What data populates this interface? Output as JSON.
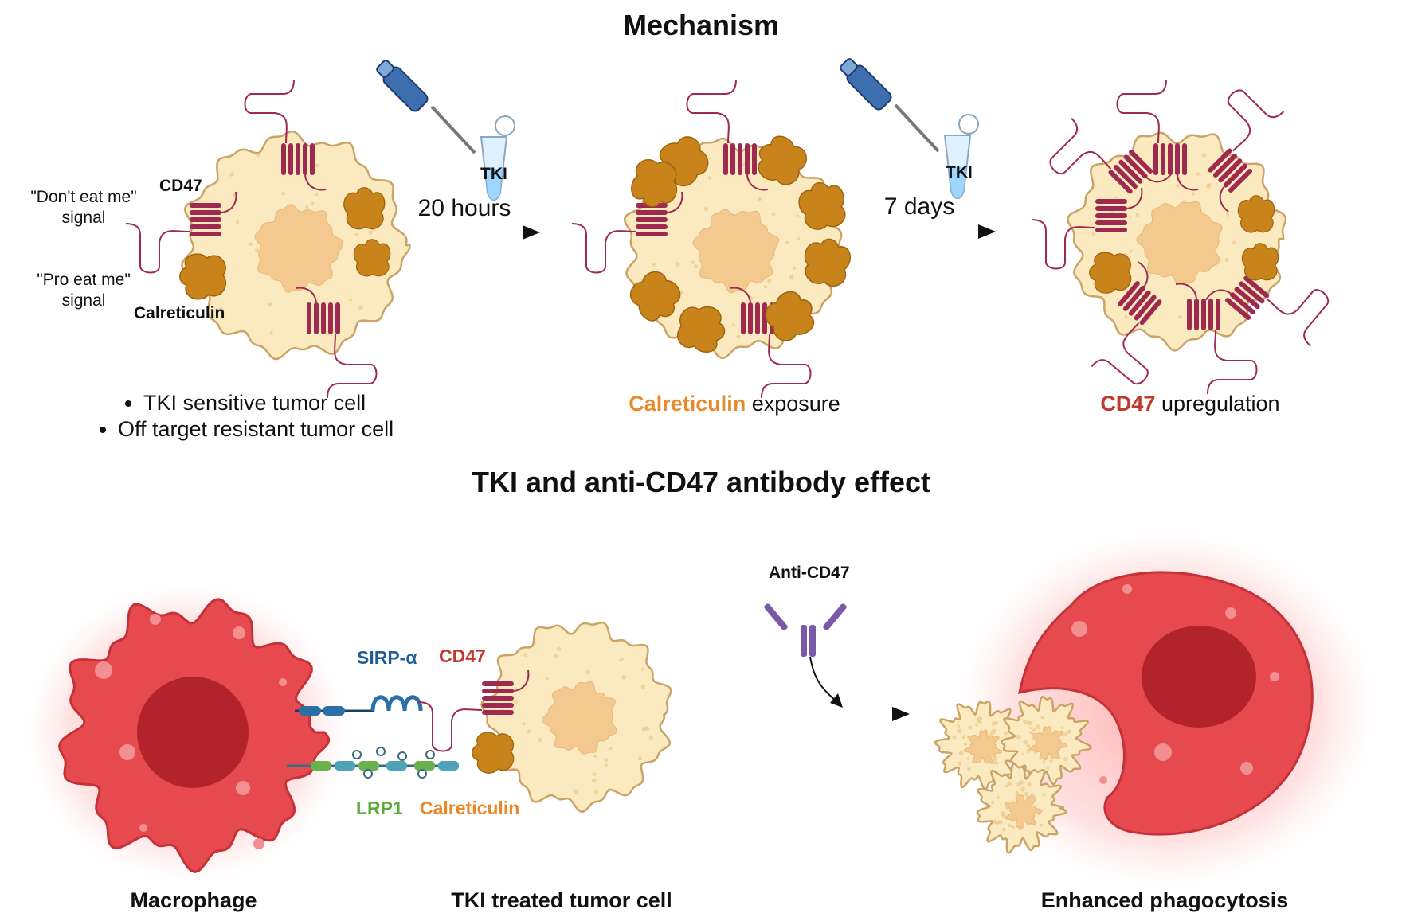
{
  "colors": {
    "cell_fill": "#fbe9bf",
    "cell_stroke": "#caa466",
    "nucleus": "#f3c98f",
    "receptor": "#9e2a4f",
    "calreticulin": "#c8841a",
    "macrophage": "#e64a4f",
    "macrophage_nucleus": "#b3232c",
    "sirp": "#2a6fa5",
    "lrp1": "#6ab04c",
    "antibody": "#7a5aa6",
    "calreticulin_text": "#e8892b",
    "cd47_text": "#c0392b",
    "sirp_text": "#1f5f96",
    "lrp1_text": "#5aaa3c"
  },
  "mechanism": {
    "title": "Mechanism",
    "dont_eat_me": "\"Don't eat me\"",
    "dont_eat_me_2": "signal",
    "pro_eat_me": "\"Pro eat me\"",
    "pro_eat_me_2": "signal",
    "cd47_label": "CD47",
    "calreticulin_label": "Calreticulin",
    "tki_label_1": "TKI",
    "tki_label_2": "TKI",
    "time_1": "20 hours",
    "time_2": "7 days",
    "bullet_1": "TKI sensitive tumor cell",
    "bullet_2": "Off target resistant tumor cell",
    "exposure_highlight": "Calreticulin",
    "exposure_rest": " exposure",
    "upreg_highlight": "CD47",
    "upreg_rest": " upregulation"
  },
  "effect": {
    "title": "TKI and anti-CD47 antibody effect",
    "anti_cd47": "Anti-CD47",
    "sirp": "SIRP-α",
    "cd47": "CD47",
    "lrp1": "LRP1",
    "calreticulin": "Calreticulin",
    "macrophage": "Macrophage",
    "tki_cell": "TKI treated tumor cell",
    "phagocytosis": "Enhanced phagocytosis"
  }
}
